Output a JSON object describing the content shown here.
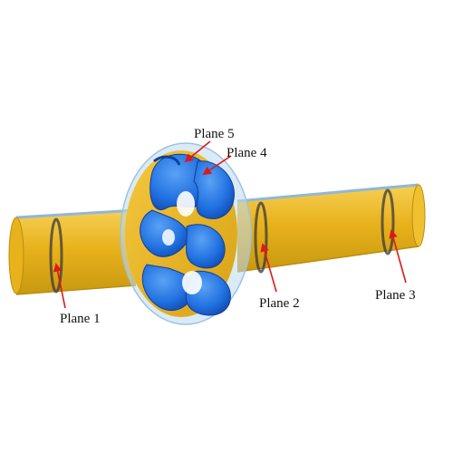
{
  "diagram": {
    "labels": {
      "plane1": "Plane 1",
      "plane2": "Plane 2",
      "plane3": "Plane 3",
      "plane4": "Plane 4",
      "plane5": "Plane 5"
    },
    "colors": {
      "pipe": "#e8b21c",
      "pipe_dark": "#b98e10",
      "pipe_light": "#f6cf55",
      "pipe_top_edge": "#8fb8d8",
      "rotor": "#1f6fe0",
      "rotor_dark": "#103f9c",
      "rotor_light": "#5aa2f5",
      "casing_glass": "#bcd9ee",
      "plane_ring": "#3a3a3a",
      "arrow": "#e01818",
      "text": "#111111"
    }
  }
}
